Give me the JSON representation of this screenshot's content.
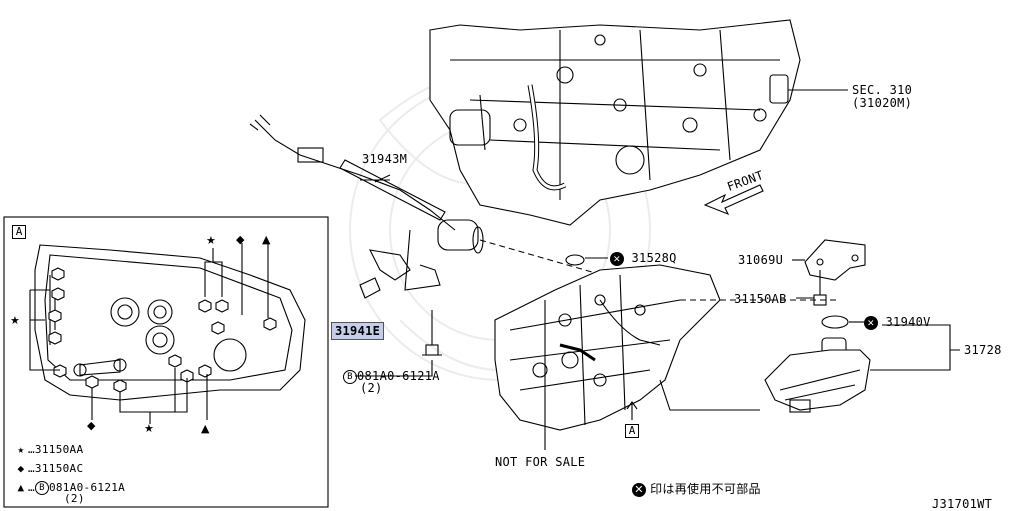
{
  "sec_ref": {
    "line1": "SEC. 310",
    "line2": "(31020M)"
  },
  "front_label": "FRONT",
  "parts": {
    "p31943M": "31943M",
    "p31941E": "31941E",
    "p31528Q": "31528Q",
    "p31069U": "31069U",
    "p31150AB": "31150AB",
    "p31940V": "31940V",
    "p31728": "31728"
  },
  "bolt": {
    "symbol": "B",
    "code": "081A0-6121A",
    "qty": "(2)"
  },
  "box_label": "A",
  "not_for_sale": "NOT FOR SALE",
  "legend": {
    "star": {
      "symbol": "★",
      "text": "…31150AA"
    },
    "diamond": {
      "symbol": "◆",
      "text": "…31150AC"
    },
    "triangle": {
      "symbol": "▲",
      "text": "…",
      "code": "081A0-6121A",
      "qty": "(2)"
    }
  },
  "reuse_note": {
    "symbol": "✕",
    "text": "印は再使用不可部品"
  },
  "diagram_code": "J31701WT",
  "colors": {
    "highlight": "#c6cde9",
    "line": "#000000",
    "watermark": "#e8e8e8"
  }
}
